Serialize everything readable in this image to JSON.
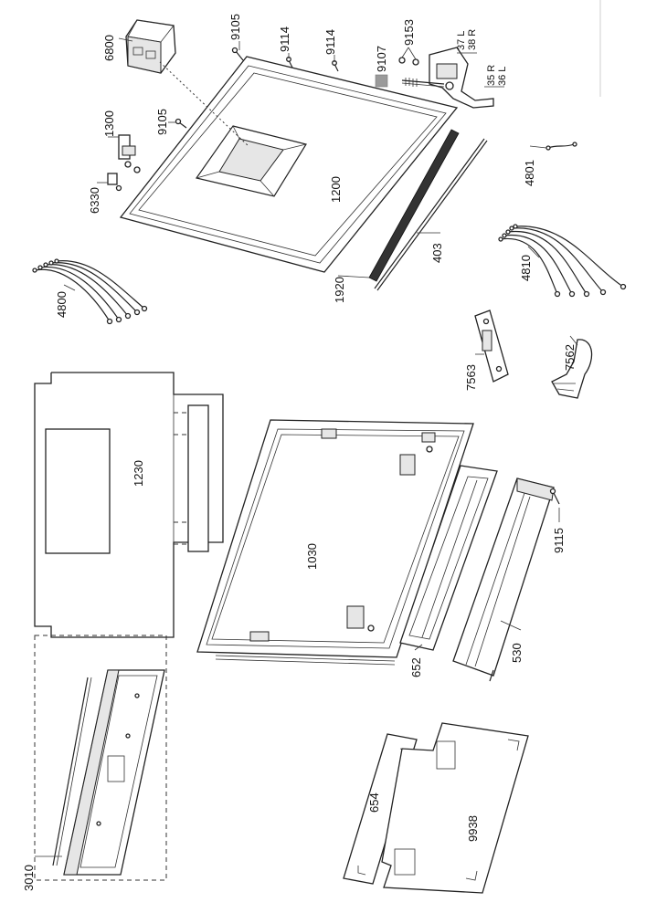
{
  "labels": {
    "p6800": "6800",
    "p9105a": "9105",
    "p9114a": "9114",
    "p9114b": "9114",
    "p9107": "9107",
    "p9153": "9153",
    "p37L": "37 L",
    "p38R": "38 R",
    "p35R": "35 R",
    "p36L": "36 L",
    "p1300": "1300",
    "p9105b": "9105",
    "p6330": "6330",
    "p1200": "1200",
    "p4801": "4801",
    "p403": "403",
    "p1920": "1920",
    "p4800": "4800",
    "p4810": "4810",
    "p7563": "7563",
    "p7562": "7562",
    "p1230": "1230",
    "p1030": "1030",
    "p9115": "9115",
    "p530": "530",
    "p652": "652",
    "p3010": "3010",
    "p654": "654",
    "p9938": "9938"
  }
}
